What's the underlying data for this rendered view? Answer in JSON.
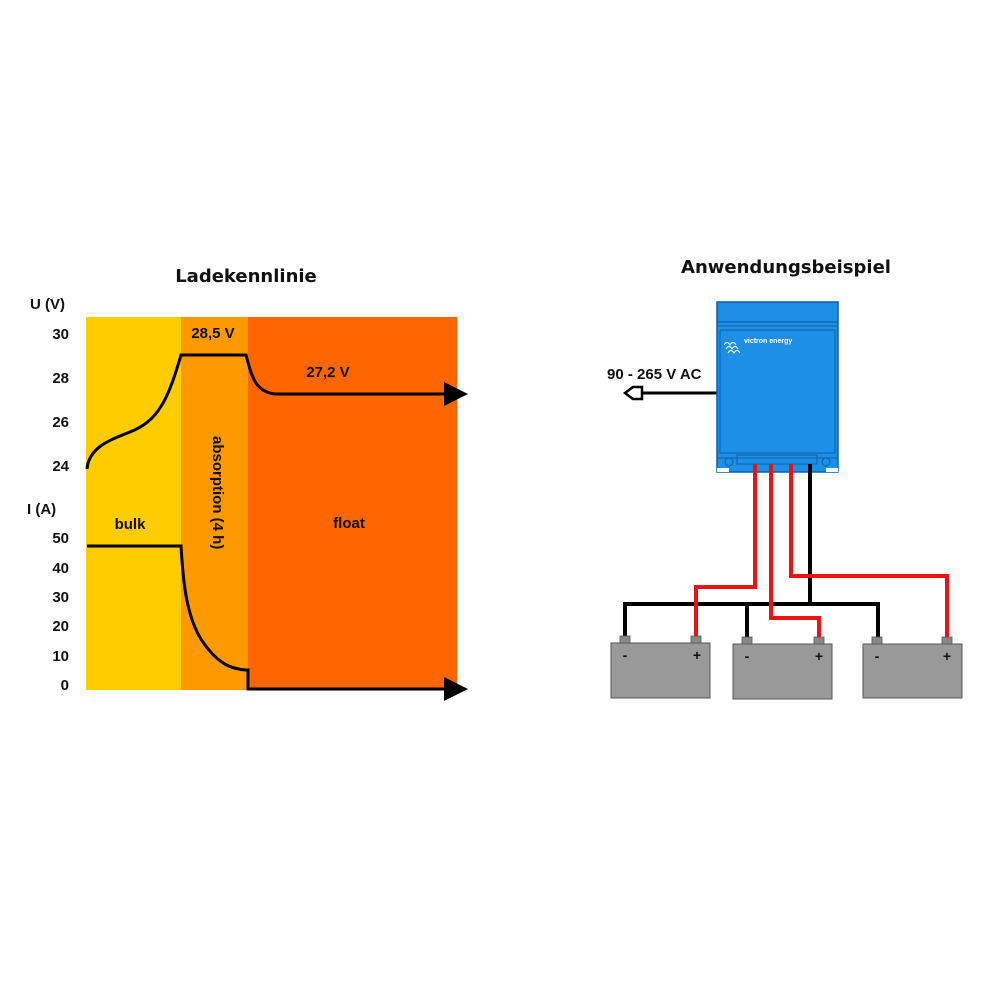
{
  "left_panel": {
    "title": "Ladekennlinie",
    "voltage_axis_label": "U (V)",
    "voltage_ticks": [
      "30",
      "28",
      "26",
      "24"
    ],
    "current_axis_label": "I (A)",
    "current_ticks": [
      "50",
      "40",
      "30",
      "20",
      "10",
      "0"
    ],
    "phases": [
      {
        "name": "bulk",
        "color": "#FFCC00"
      },
      {
        "name": "absorption (4 h)",
        "color": "#FF9900"
      },
      {
        "name": "float",
        "color": "#FF6600"
      }
    ],
    "absorption_voltage_label": "28,5 V",
    "float_voltage_label": "27,2 V"
  },
  "right_panel": {
    "title": "Anwendungsbeispiel",
    "ac_input_label": "90 - 265 V AC",
    "brand_label": "victron energy",
    "charger_color": "#1E8FE6",
    "positive_cable_color": "#EE1111",
    "negative_cable_color": "#000000",
    "battery_color": "#999999",
    "batteries": [
      {
        "minus": "-",
        "plus": "+"
      },
      {
        "minus": "-",
        "plus": "+"
      },
      {
        "minus": "-",
        "plus": "+"
      }
    ]
  },
  "chart_data": {
    "type": "line",
    "title": "Ladekennlinie",
    "xlabel": "",
    "phases": [
      "bulk",
      "absorption (4 h)",
      "float"
    ],
    "voltage": {
      "ylabel": "U (V)",
      "yticks": [
        24,
        26,
        28,
        30
      ],
      "ylim": [
        24,
        30
      ],
      "annotations": [
        "28,5 V",
        "27,2 V"
      ],
      "points_desc": "rises from ~24 V to 28.5 V during bulk, holds 28.5 V during absorption, drops to 27.2 V in float"
    },
    "current": {
      "ylabel": "I (A)",
      "yticks": [
        0,
        10,
        20,
        30,
        40,
        50
      ],
      "ylim": [
        0,
        50
      ],
      "points_desc": "constant ~47 A during bulk, decays to ~5 A during absorption, 0 A in float"
    }
  }
}
